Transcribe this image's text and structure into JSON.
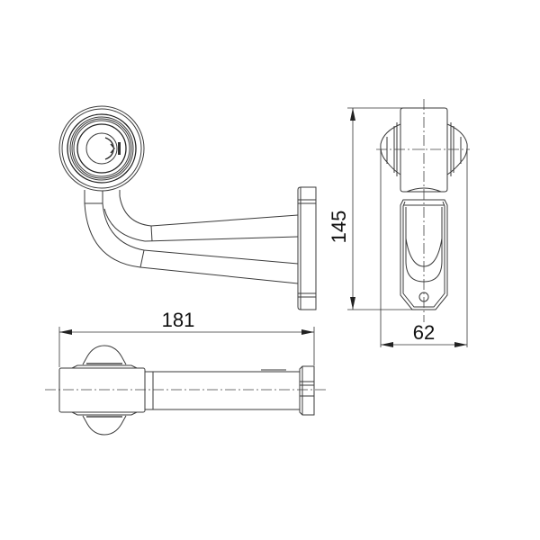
{
  "drawing": {
    "title": "Side marker lamp on angled bracket — technical drawing",
    "units": "mm",
    "line_color": "#333333",
    "background": "#ffffff"
  },
  "views": {
    "front": {
      "name": "front-view"
    },
    "side": {
      "name": "side-view"
    },
    "top": {
      "name": "top-view"
    }
  },
  "dimensions": {
    "height": {
      "value": "145",
      "orientation": "vertical"
    },
    "width": {
      "value": "62",
      "orientation": "horizontal"
    },
    "length": {
      "value": "181",
      "orientation": "horizontal"
    }
  }
}
